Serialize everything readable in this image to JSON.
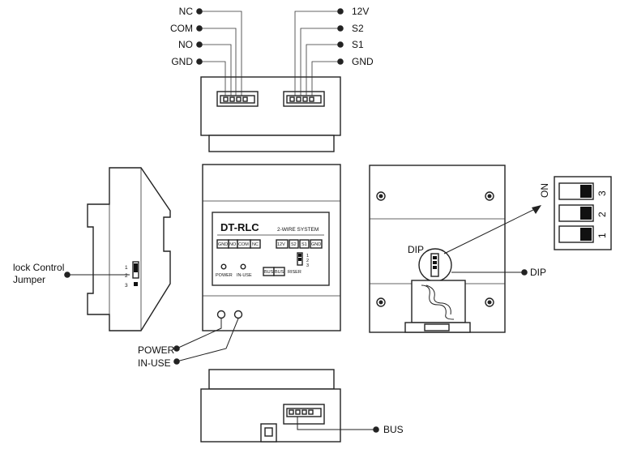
{
  "top_connector": {
    "left_labels": [
      "NC",
      "COM",
      "NO",
      "GND"
    ],
    "right_labels": [
      "12V",
      "S2",
      "S1",
      "GND"
    ]
  },
  "front_panel": {
    "model": "DT-RLC",
    "system": "2-WIRE SYSTEM",
    "left_terminals": [
      "GND",
      "NO",
      "COM",
      "NC"
    ],
    "right_terminals": [
      "12V",
      "S2",
      "S1",
      "GND"
    ],
    "leds": [
      "POWER",
      "IN-USE"
    ],
    "bus_terminals": [
      "BUS",
      "BUS"
    ],
    "riser_label": "RISER",
    "dip_numbers": [
      "1",
      "2",
      "3"
    ]
  },
  "side_view": {
    "jumper_label_line1": "lock Control",
    "jumper_label_line2": "Jumper",
    "pins": [
      "1",
      "2",
      "3"
    ]
  },
  "led_callouts": [
    "POWER",
    "IN-USE"
  ],
  "bottom_connector": {
    "label": "BUS"
  },
  "back_view": {
    "dip_label": "DIP",
    "dip_callout": "DIP"
  },
  "dip_switch": {
    "on_label": "ON",
    "numbers": [
      "3",
      "2",
      "1"
    ]
  }
}
